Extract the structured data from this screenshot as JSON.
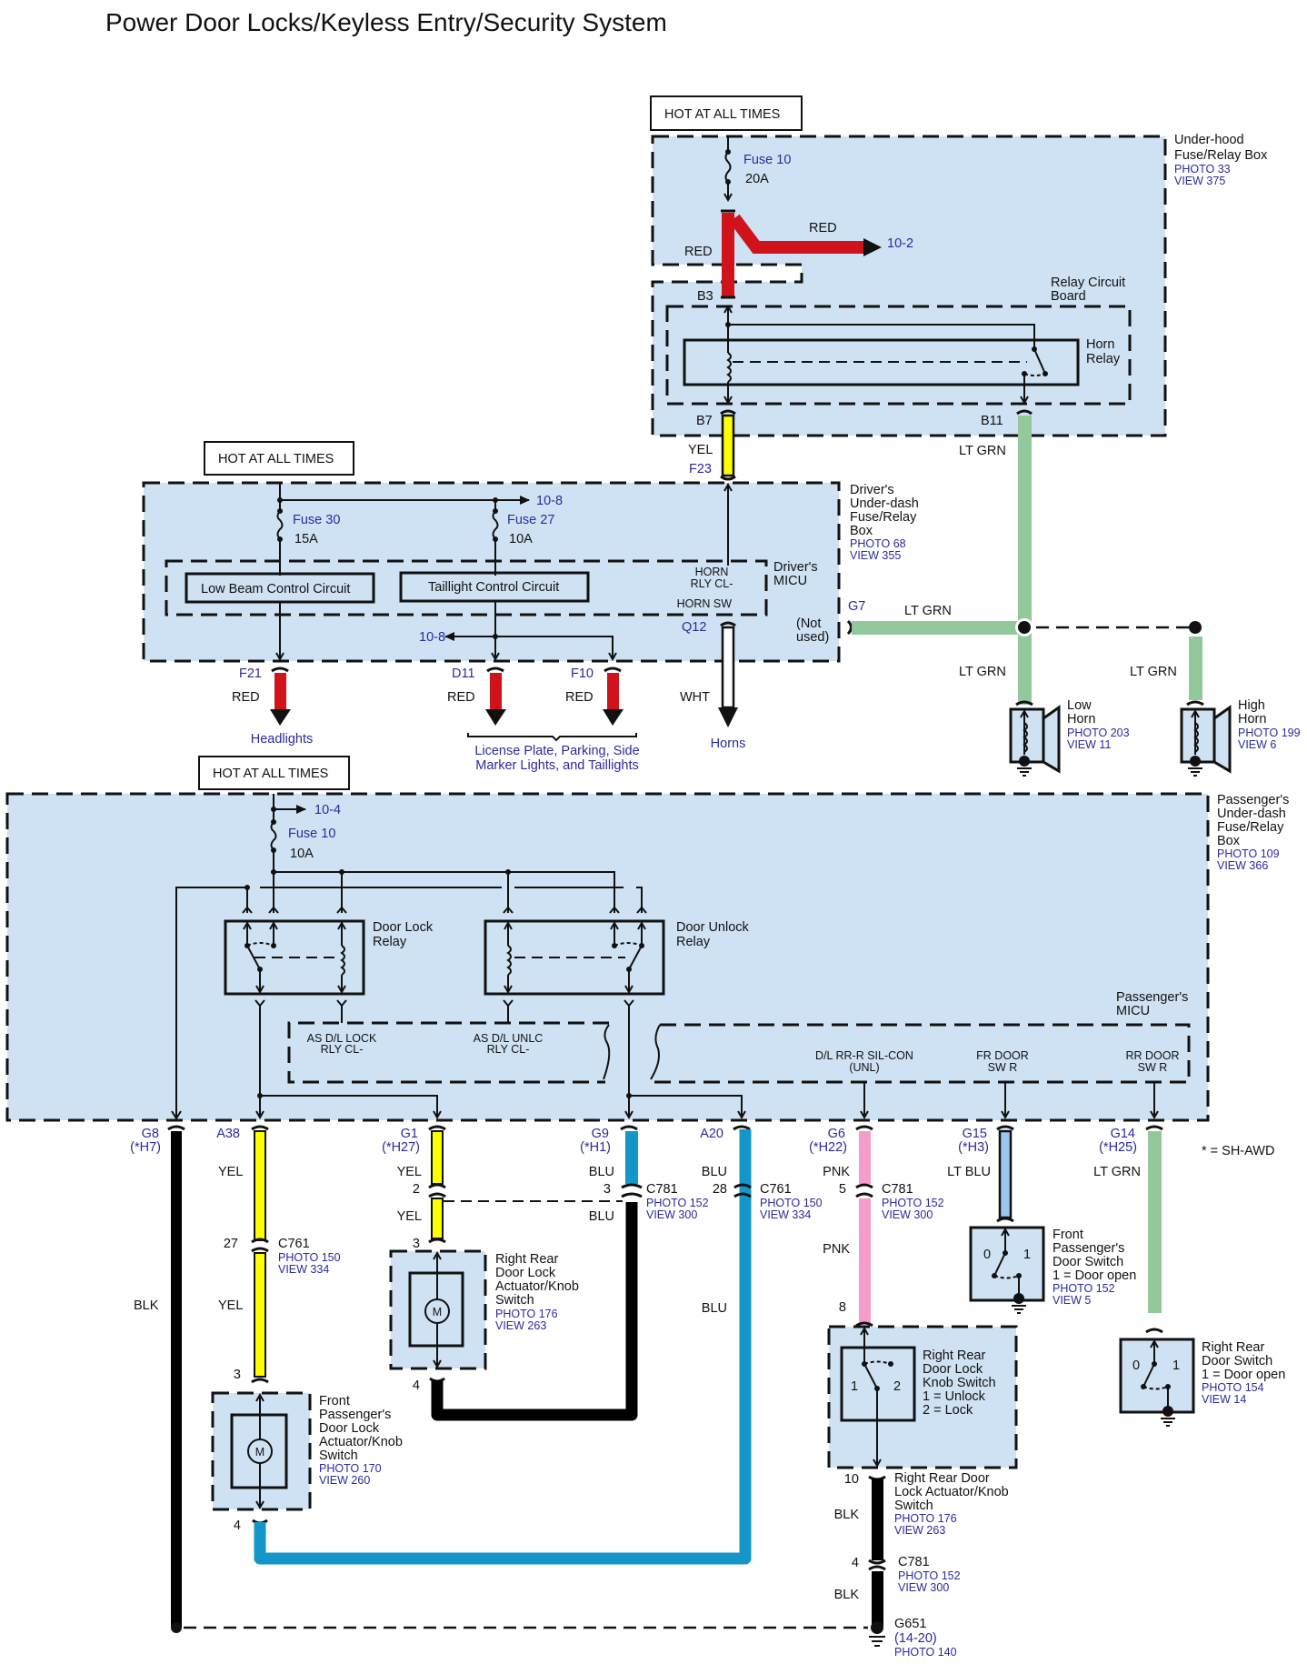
{
  "title": "Power Door Locks/Keyless Entry/Security System",
  "colors": {
    "box_fill": "#cfe2f3",
    "red": "#d0121a",
    "yellow": "#ffff00",
    "lt_grn": "#93c99a",
    "blu": "#1596c8",
    "lt_blu": "#9cc6ee",
    "pnk": "#f59ccb",
    "blk": "#000000",
    "wht": "#ffffff",
    "ref_blue": "#2a2a9e"
  },
  "power_sources": {
    "hot1": "HOT AT ALL TIMES",
    "hot2": "HOT AT ALL TIMES",
    "hot3": "HOT AT ALL TIMES"
  },
  "underhood_box": {
    "name_lines": [
      "Under-hood",
      "Fuse/Relay Box"
    ],
    "photo": "PHOTO 33",
    "view": "VIEW 375",
    "fuse": "Fuse 10",
    "fuse_rating": "20A",
    "red_label_1": "RED",
    "red_label_2": "RED",
    "ref_10_2": "10-2",
    "pin_b3": "B3",
    "pin_b7": "B7",
    "pin_b11": "B11",
    "relay_board_lines": [
      "Relay Circuit",
      "Board"
    ],
    "horn_relay_lines": [
      "Horn",
      "Relay"
    ]
  },
  "drivers_box": {
    "name_lines": [
      "Driver's",
      "Under-dash",
      "Fuse/Relay",
      "Box"
    ],
    "photo": "PHOTO 68",
    "view": "VIEW 355",
    "fuse30": "Fuse 30",
    "fuse30_rating": "15A",
    "fuse27": "Fuse 27",
    "fuse27_rating": "10A",
    "ref_10_8_top": "10-8",
    "ref_10_8_bottom": "10-8",
    "micu_lines": [
      "Driver's",
      "MICU"
    ],
    "low_beam": "Low Beam Control Circuit",
    "taillight": "Taillight Control Circuit",
    "horn_rly_lines": [
      "HORN",
      "RLY CL-"
    ],
    "horn_sw": "HORN SW",
    "not_used_lines": [
      "(Not",
      "used)"
    ],
    "pin_f23": "F23",
    "wire_yel": "YEL",
    "pin_q12": "Q12",
    "pin_g7": "G7"
  },
  "driver_outputs": [
    {
      "pin": "F21",
      "color": "RED"
    },
    {
      "pin": "D11",
      "color": "RED"
    },
    {
      "pin": "F10",
      "color": "RED"
    },
    {
      "pin": "Q12",
      "color": "WHT"
    }
  ],
  "destinations": {
    "headlights": "Headlights",
    "lights_lines": [
      "License Plate, Parking, Side",
      "Marker Lights, and Taillights"
    ],
    "horns": "Horns"
  },
  "horn_wiring": {
    "lt_grn_1": "LT GRN",
    "lt_grn_2": "LT GRN",
    "lt_grn_3": "LT GRN",
    "lt_grn_4": "LT GRN",
    "low_horn_lines": [
      "Low",
      "Horn"
    ],
    "low_horn_photo": "PHOTO 203",
    "low_horn_view": "VIEW 11",
    "high_horn_lines": [
      "High",
      "Horn"
    ],
    "high_horn_photo": "PHOTO 199",
    "high_horn_view": "VIEW 6"
  },
  "passenger_box": {
    "name_lines": [
      "Passenger's",
      "Under-dash",
      "Fuse/Relay",
      "Box"
    ],
    "photo": "PHOTO 109",
    "view": "VIEW 366",
    "ref_10_4": "10-4",
    "fuse": "Fuse 10",
    "fuse_rating": "10A",
    "lock_relay_lines": [
      "Door Lock",
      "Relay"
    ],
    "unlock_relay_lines": [
      "Door Unlock",
      "Relay"
    ],
    "micu_lines": [
      "Passenger's",
      "MICU"
    ],
    "as_lock_lines": [
      "AS D/L LOCK",
      "RLY CL-"
    ],
    "as_unlc_lines": [
      "AS D/L UNLC",
      "RLY CL-"
    ],
    "dl_rr_lines": [
      "D/L RR-R SIL-CON",
      "(UNL)"
    ],
    "fr_door_lines": [
      "FR DOOR",
      "SW R"
    ],
    "rr_door_lines": [
      "RR DOOR",
      "SW R"
    ]
  },
  "passenger_pins": [
    {
      "pin": "G8",
      "alt": "(*H7)"
    },
    {
      "pin": "A38",
      "alt": ""
    },
    {
      "pin": "G1",
      "alt": "(*H27)"
    },
    {
      "pin": "G9",
      "alt": "(*H1)"
    },
    {
      "pin": "A20",
      "alt": ""
    },
    {
      "pin": "G6",
      "alt": "(*H22)"
    },
    {
      "pin": "G15",
      "alt": "(*H3)"
    },
    {
      "pin": "G14",
      "alt": "(*H25)"
    }
  ],
  "footnote": "* = SH-AWD",
  "wire_labels": {
    "blk_g8": "BLK",
    "yel_a38_1": "YEL",
    "yel_a38_2": "YEL",
    "yel_g1_1": "YEL",
    "yel_g1_2": "YEL",
    "blu_g9_1": "BLU",
    "blu_g9_2": "BLU",
    "blu_a20_1": "BLU",
    "blu_a20_2": "BLU",
    "pnk_1": "PNK",
    "pnk_2": "PNK",
    "lt_blu": "LT BLU",
    "lt_grn": "LT GRN",
    "blk_rr_1": "BLK",
    "blk_rr_2": "BLK"
  },
  "connectors": {
    "c761_a38": {
      "pin_top": "27",
      "name": "C761",
      "photo": "PHOTO 150",
      "view": "VIEW 334"
    },
    "c781_g1": {
      "pin": "2"
    },
    "c781_g9": {
      "pin": "3",
      "name": "C781",
      "photo": "PHOTO 152",
      "view": "VIEW 300"
    },
    "c761_a20": {
      "pin": "28",
      "name": "C761",
      "photo": "PHOTO 150",
      "view": "VIEW 334"
    },
    "c781_g6": {
      "pin": "5",
      "name": "C781",
      "photo": "PHOTO 152",
      "view": "VIEW 300"
    },
    "c781_blk": {
      "pin": "4",
      "name": "C781",
      "photo": "PHOTO 152",
      "view": "VIEW 300"
    }
  },
  "components": {
    "front_pass_actuator": {
      "lines": [
        "Front",
        "Passenger's",
        "Door Lock",
        "Actuator/Knob",
        "Switch"
      ],
      "photo": "PHOTO 170",
      "view": "VIEW 260",
      "pin_top": "3",
      "pin_bottom": "4",
      "motor": "M"
    },
    "rr_actuator": {
      "lines": [
        "Right Rear",
        "Door Lock",
        "Actuator/Knob",
        "Switch"
      ],
      "photo": "PHOTO 176",
      "view": "VIEW 263",
      "pin_top": "3",
      "pin_bottom": "4",
      "motor": "M"
    },
    "rr_knob_switch": {
      "lines": [
        "Right Rear",
        "Door Lock",
        "Knob Switch",
        "1 = Unlock",
        "2 = Lock"
      ],
      "pin_top": "8",
      "pin_bottom": "10",
      "pos1": "1",
      "pos2": "2"
    },
    "rr_actuator_ref": {
      "lines": [
        "Right Rear Door",
        "Lock Actuator/Knob",
        "Switch"
      ],
      "photo": "PHOTO 176",
      "view": "VIEW 263"
    },
    "front_pass_door_switch": {
      "lines": [
        "Front",
        "Passenger's",
        "Door Switch",
        "1 = Door open"
      ],
      "photo": "PHOTO 152",
      "view": "VIEW 5",
      "pos0": "0",
      "pos1": "1"
    },
    "rr_door_switch": {
      "lines": [
        "Right Rear",
        "Door Switch",
        "1 = Door open"
      ],
      "photo": "PHOTO 154",
      "view": "VIEW 14",
      "pos0": "0",
      "pos1": "1"
    },
    "ground_g651": {
      "name": "G651",
      "sub": "(14-20)",
      "photo": "PHOTO 140"
    }
  }
}
